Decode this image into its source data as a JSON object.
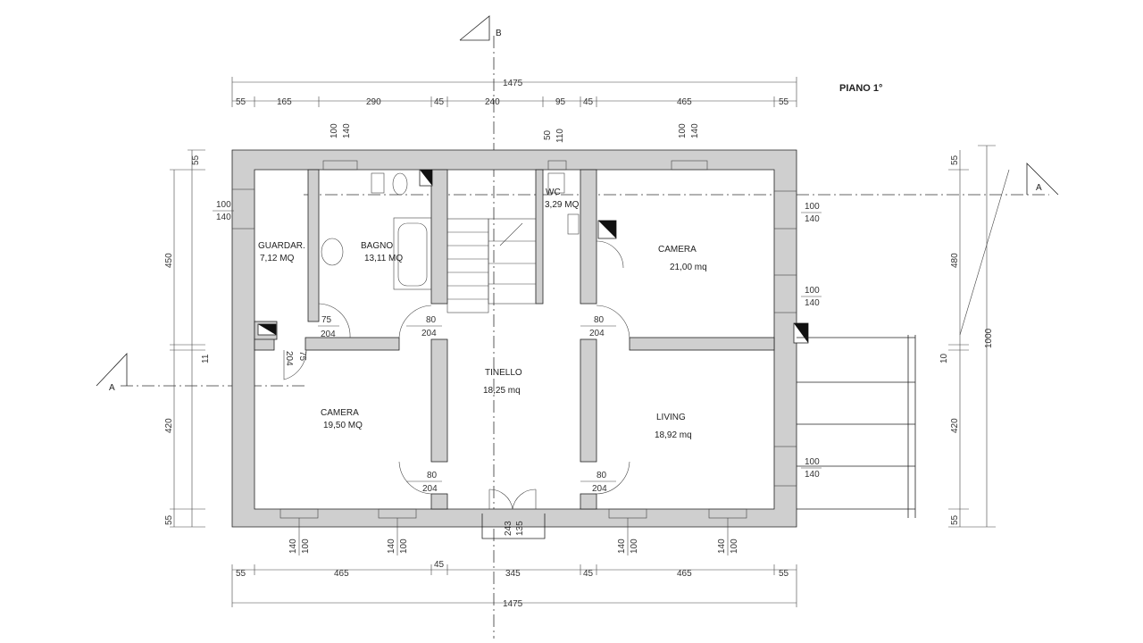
{
  "plan_title": "PIANO 1°",
  "section_markers": {
    "a_left": "A",
    "a_right": "A",
    "b_top": "B"
  },
  "rooms": {
    "guardaroba": {
      "name": "GUARDAR.",
      "area": "7,12 MQ"
    },
    "bagno": {
      "name": "BAGNO",
      "area": "13,11 MQ"
    },
    "wc": {
      "name": "WC",
      "area": "3,29 MQ"
    },
    "camera_ne": {
      "name": "CAMERA",
      "area": "21,00 mq"
    },
    "tinello": {
      "name": "TINELLO",
      "area": "18,25 mq"
    },
    "camera_sw": {
      "name": "CAMERA",
      "area": "19,50 MQ"
    },
    "living": {
      "name": "LIVING",
      "area": "18,92 mq"
    }
  },
  "dims_top": {
    "total": "1475",
    "segments": [
      "55",
      "165",
      "290",
      "45",
      "240",
      "95",
      "45",
      "465",
      "55"
    ]
  },
  "dims_bottom": {
    "total": "1475",
    "segments": [
      "55",
      "465",
      "45",
      "345",
      "45",
      "465",
      "55"
    ]
  },
  "dims_left": [
    "55",
    "450",
    "11",
    "420",
    "55"
  ],
  "dims_right": {
    "total": "1000",
    "segments": [
      "55",
      "480",
      "10",
      "420",
      "55"
    ]
  },
  "openings": {
    "bagno_window": [
      "100",
      "140"
    ],
    "wc_window": [
      "50",
      "110"
    ],
    "camera_ne_window": [
      "100",
      "140"
    ],
    "guard_left_window": [
      "100",
      "140"
    ],
    "right_window_1": [
      "100",
      "140"
    ],
    "right_window_2": [
      "100",
      "140"
    ],
    "right_window_3": [
      "100",
      "140"
    ],
    "bottom_window_1": [
      "140",
      "100"
    ],
    "bottom_window_2": [
      "140",
      "100"
    ],
    "bottom_window_3": [
      "140",
      "100"
    ],
    "bottom_window_4": [
      "140",
      "100"
    ],
    "entrance": [
      "135",
      "243"
    ]
  },
  "doors": {
    "bagno": [
      "75",
      "204"
    ],
    "guard": [
      "204",
      "75"
    ],
    "tinello_nw": [
      "80",
      "204"
    ],
    "tinello_ne": [
      "80",
      "204"
    ],
    "tinello_sw": [
      "80",
      "204"
    ],
    "tinello_se": [
      "80",
      "204"
    ]
  }
}
